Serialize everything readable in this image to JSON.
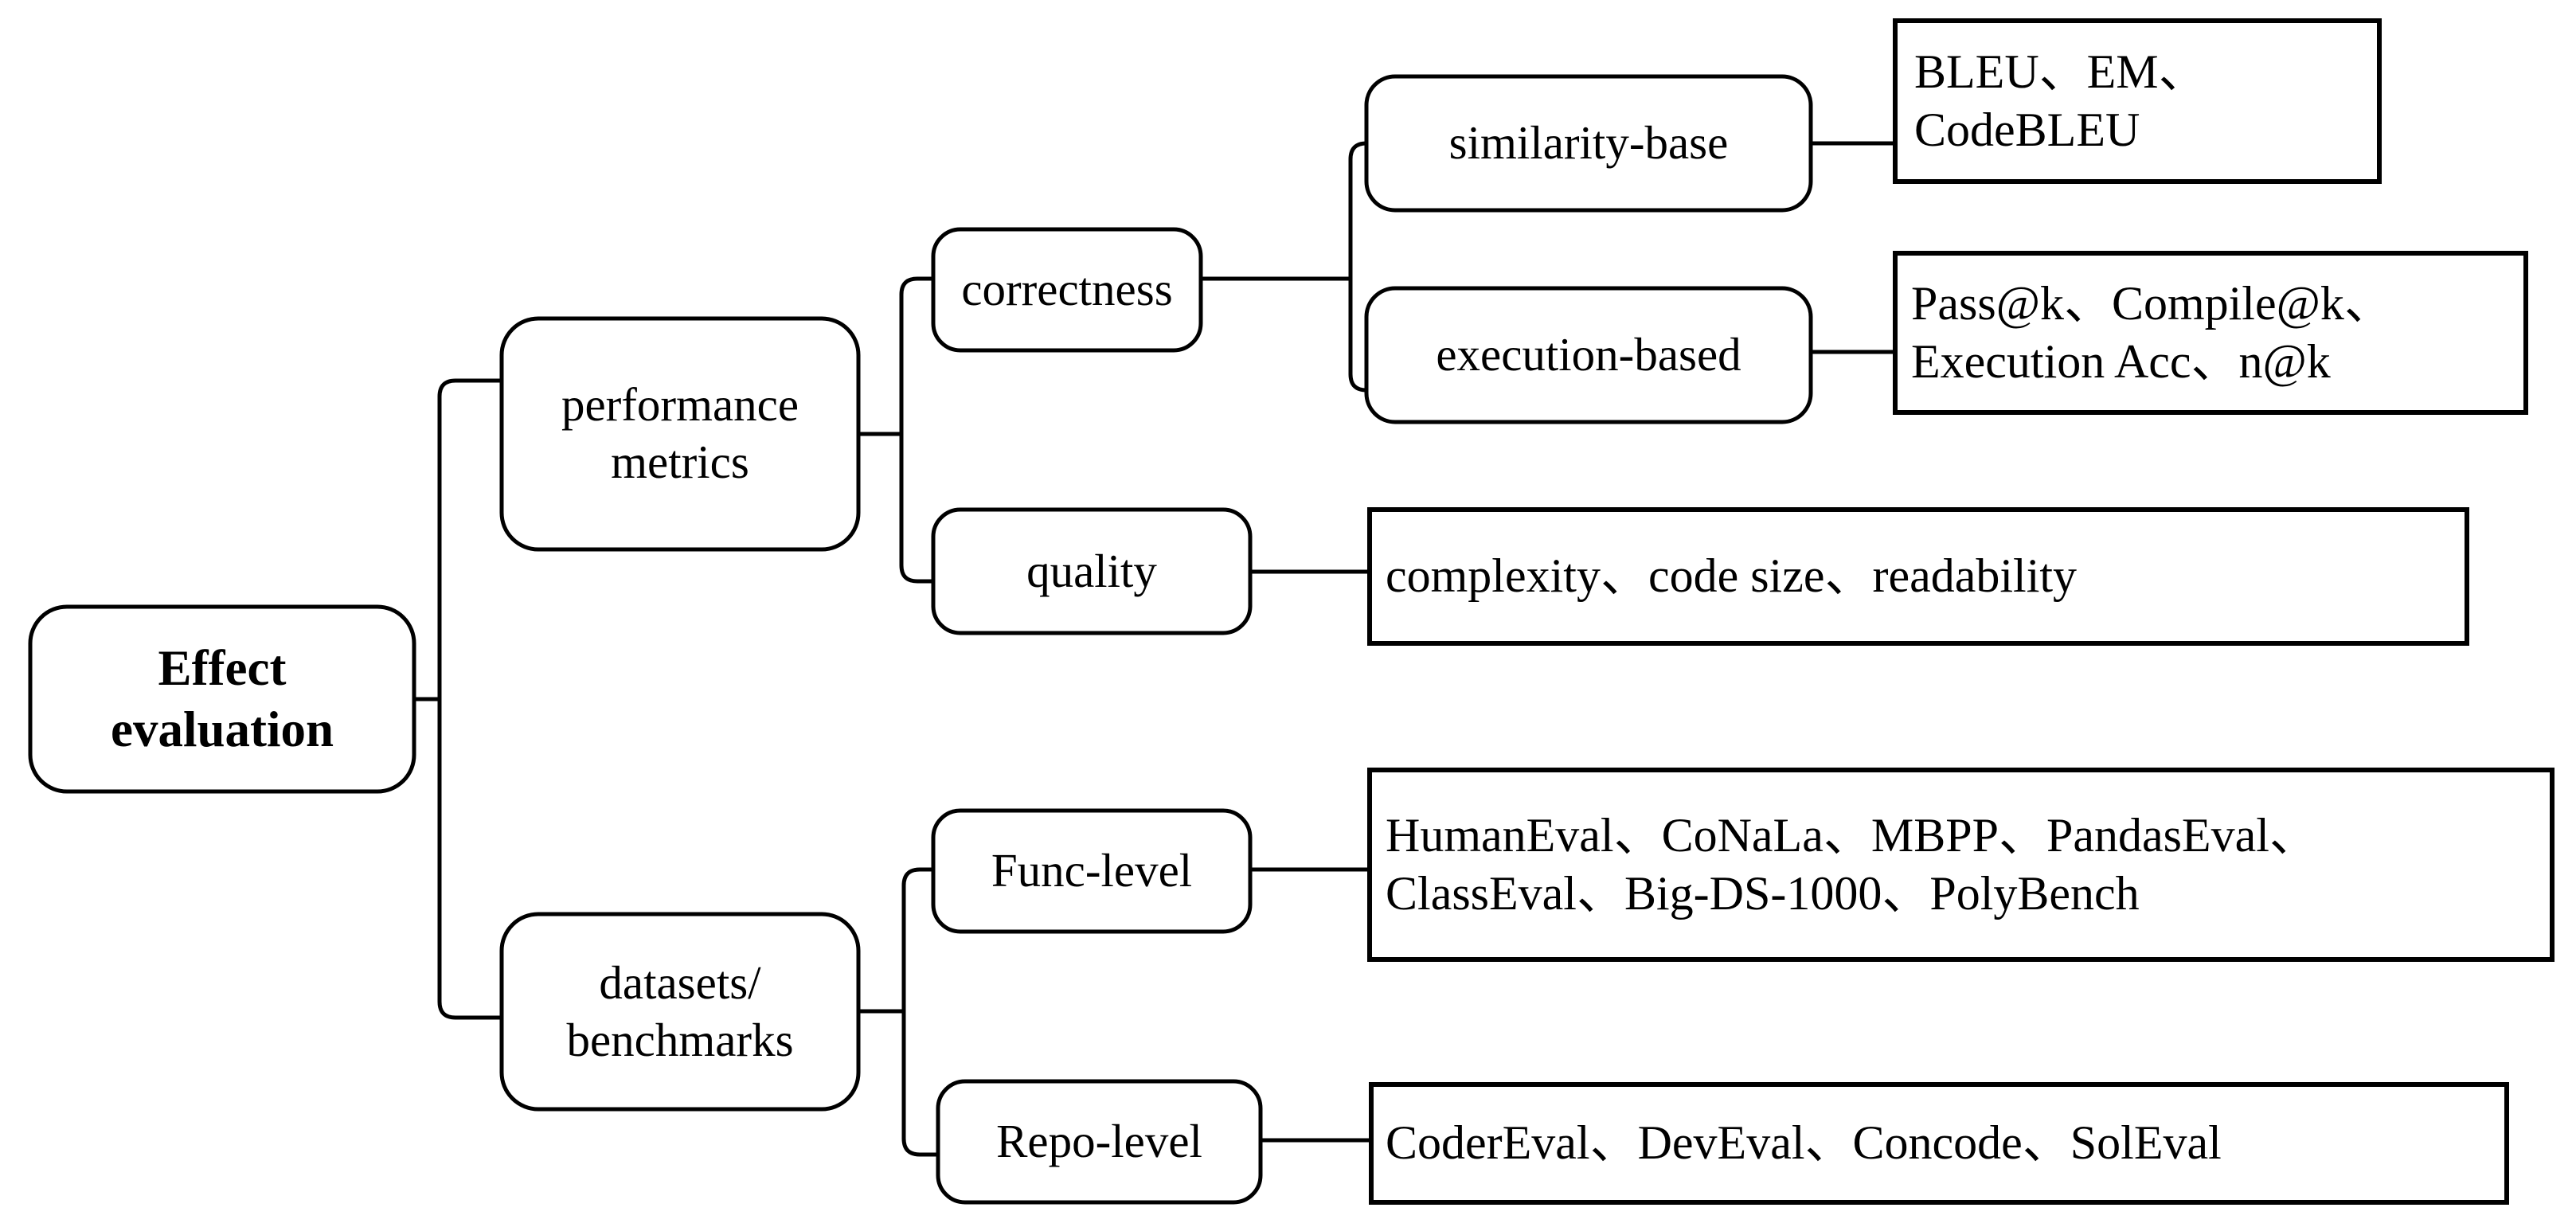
{
  "diagram": {
    "title": "Effect evaluation taxonomy",
    "orientation": "left-to-right tree",
    "background_color": "#ffffff",
    "line_color": "#000000",
    "text_color": "#000000",
    "root": {
      "id": "effect-evaluation",
      "label": "Effect\nevaluation",
      "shape": "rounded-rect",
      "bold": true
    },
    "branches": [
      {
        "id": "performance-metrics",
        "label": "performance\nmetrics",
        "shape": "rounded-rect",
        "children": [
          {
            "id": "correctness",
            "label": "correctness",
            "shape": "rounded-rect",
            "children": [
              {
                "id": "similarity-base",
                "label": "similarity-base",
                "shape": "rounded-rect",
                "leaf": {
                  "id": "similarity-base-items",
                  "label": "BLEU、EM、\nCodeBLEU",
                  "shape": "rect",
                  "items": [
                    "BLEU",
                    "EM",
                    "CodeBLEU"
                  ]
                }
              },
              {
                "id": "execution-based",
                "label": "execution-based",
                "shape": "rounded-rect",
                "leaf": {
                  "id": "execution-based-items",
                  "label": "Pass@k、Compile@k、\nExecution Acc、n@k",
                  "shape": "rect",
                  "items": [
                    "Pass@k",
                    "Compile@k",
                    "Execution Acc",
                    "n@k"
                  ]
                }
              }
            ]
          },
          {
            "id": "quality",
            "label": "quality",
            "shape": "rounded-rect",
            "leaf": {
              "id": "quality-items",
              "label": "complexity、code size、readability",
              "shape": "rect",
              "items": [
                "complexity",
                "code size",
                "readability"
              ]
            }
          }
        ]
      },
      {
        "id": "datasets-benchmarks",
        "label": "datasets/\nbenchmarks",
        "shape": "rounded-rect",
        "children": [
          {
            "id": "func-level",
            "label": "Func-level",
            "shape": "rounded-rect",
            "leaf": {
              "id": "func-level-items",
              "label": "HumanEval、CoNaLa、MBPP、PandasEval、\nClassEval、Big-DS-1000、PolyBench",
              "shape": "rect",
              "items": [
                "HumanEval",
                "CoNaLa",
                "MBPP",
                "PandasEval",
                "ClassEval",
                "Big-DS-1000",
                "PolyBench"
              ]
            }
          },
          {
            "id": "repo-level",
            "label": "Repo-level",
            "shape": "rounded-rect",
            "leaf": {
              "id": "repo-level-items",
              "label": "CoderEval、DevEval、Concode、SolEval",
              "shape": "rect",
              "items": [
                "CoderEval",
                "DevEval",
                "Concode",
                "SolEval"
              ]
            }
          }
        ]
      }
    ]
  }
}
